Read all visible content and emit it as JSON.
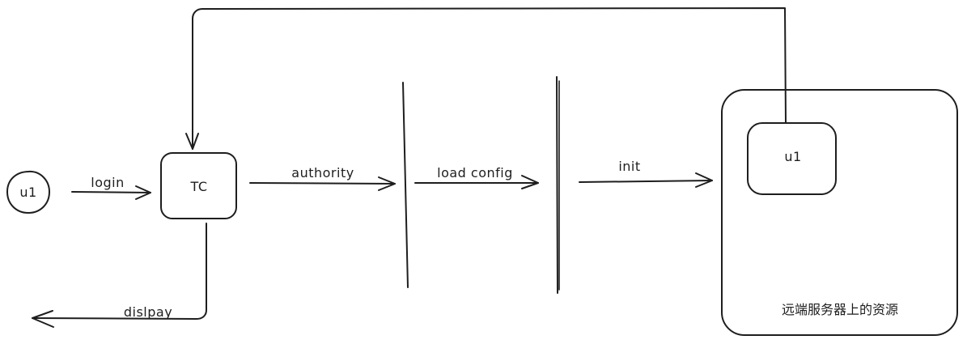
{
  "diagram": {
    "nodes": {
      "user_circle": "u1",
      "tc_box": "TC",
      "remote_inner_box": "u1",
      "remote_container": "远端服务器上的资源"
    },
    "edges": {
      "login": "login",
      "authority": "authority",
      "load_config": "load config",
      "init": "init",
      "display": "dislpay"
    }
  }
}
